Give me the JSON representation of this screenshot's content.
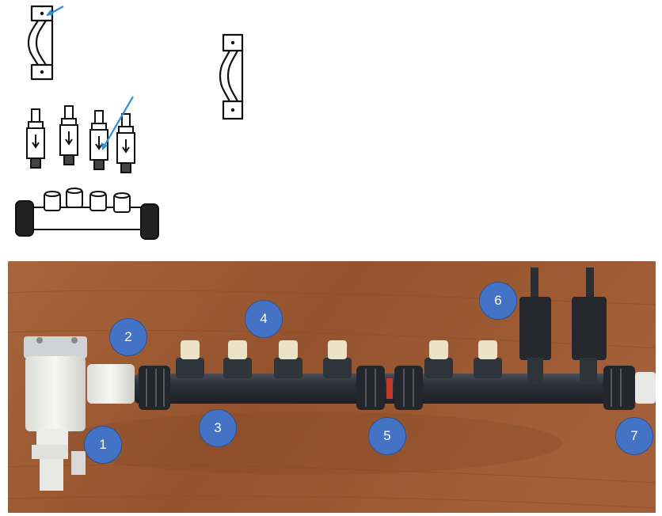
{
  "callouts": [
    {
      "id": "1",
      "label": "1"
    },
    {
      "id": "2",
      "label": "2"
    },
    {
      "id": "3",
      "label": "3"
    },
    {
      "id": "4",
      "label": "4"
    },
    {
      "id": "5",
      "label": "5"
    },
    {
      "id": "6",
      "label": "6"
    },
    {
      "id": "7",
      "label": "7"
    }
  ],
  "colors": {
    "callout_fill": "#4472c4",
    "callout_border": "#2f528f",
    "table_wood": "#9a5a34",
    "manifold_pipe": "#2b2f36",
    "arrow": "#2f8fd6"
  }
}
